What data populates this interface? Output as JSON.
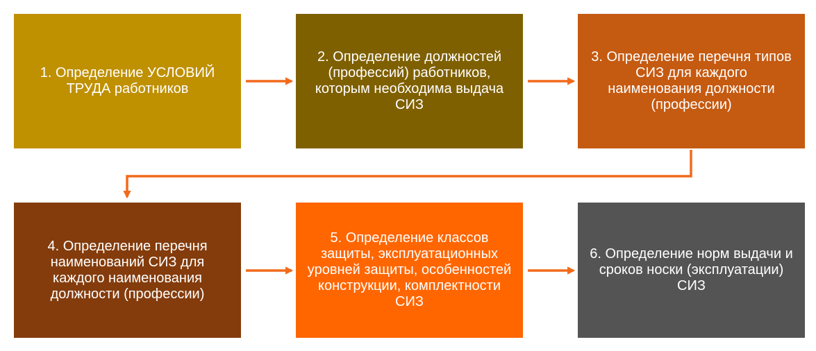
{
  "colors": {
    "arrow": "#f26a1b",
    "step1": "#bf9000",
    "step2": "#7f6000",
    "step3": "#c55a11",
    "step4": "#843c0c",
    "step5": "#ff6600",
    "step6": "#545454"
  },
  "steps": [
    {
      "text": "1. Определение УСЛОВИЙ ТРУДА работников"
    },
    {
      "text": "2. Определение должностей (профессий) работников, которым необходима выдача СИЗ"
    },
    {
      "text": "3. Определение перечня типов СИЗ для каждого наименования должности (профессии)"
    },
    {
      "text": "4. Определение перечня наименований СИЗ для каждого наименования должности (профессии)"
    },
    {
      "text": "5. Определение классов защиты, эксплуатационных уровней защиты, особенностей конструкции, комплектности СИЗ"
    },
    {
      "text": "6. Определение норм выдачи и сроков носки (эксплуатации) СИЗ"
    }
  ]
}
